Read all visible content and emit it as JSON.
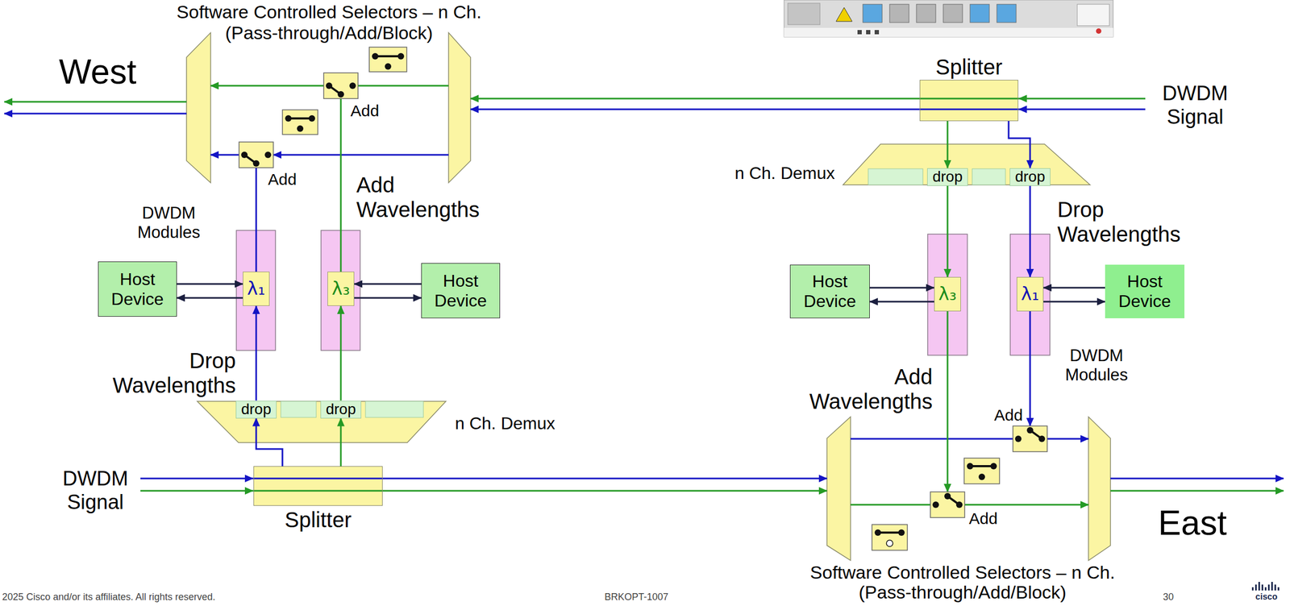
{
  "diagram": {
    "nodes": [
      {
        "text": [
          "Splitter"
        ]
      },
      {
        "text": [
          "drop"
        ]
      },
      {
        "text": [
          "drop"
        ]
      },
      {
        "text": [
          "Host Device"
        ]
      },
      {
        "text": [
          "λ₁"
        ]
      },
      {
        "text": [
          "λ₃"
        ]
      },
      {
        "text": [
          "Host Device"
        ]
      },
      {
        "text": [
          "Host Device"
        ]
      },
      {
        "text": [
          "λ₃"
        ]
      },
      {
        "text": [
          "λ₁"
        ]
      },
      {
        "text": [
          "Host Device"
        ]
      },
      {
        "text": [
          "drop"
        ]
      },
      {
        "text": [
          "drop"
        ]
      },
      {
        "text": [
          "Splitter"
        ]
      }
    ],
    "edges": [
      {
        "from": 0,
        "to": 1,
        "arrow": "to"
      },
      {
        "from": 0,
        "to": 2,
        "arrow": "to"
      },
      {
        "from": 1,
        "to": 8,
        "arrow": "to"
      },
      {
        "from": 2,
        "to": 9,
        "arrow": "to"
      },
      {
        "from": 13,
        "to": 11,
        "arrow": "to"
      },
      {
        "from": 13,
        "to": 12,
        "arrow": "to"
      },
      {
        "from": 11,
        "to": 4,
        "arrow": "to"
      },
      {
        "from": 12,
        "to": 5,
        "arrow": "to"
      },
      {
        "from": 3,
        "to": 4,
        "arrow": "to"
      },
      {
        "from": 4,
        "to": 3,
        "arrow": "to"
      },
      {
        "from": 6,
        "to": 5,
        "arrow": "to"
      },
      {
        "from": 5,
        "to": 6,
        "arrow": "to"
      },
      {
        "from": 7,
        "to": 8,
        "arrow": "to"
      },
      {
        "from": 8,
        "to": 7,
        "arrow": "to"
      },
      {
        "from": 10,
        "to": 9,
        "arrow": "to"
      },
      {
        "from": 9,
        "to": 10,
        "arrow": "to"
      }
    ],
    "labels": [
      "Software Controlled Selectors – n Ch. (Pass-through/Add/Block)",
      "West",
      "Add",
      "Add",
      "Add Wavelengths",
      "DWDM Modules",
      "Drop Wavelengths",
      "n Ch. Demux",
      "DWDM Signal",
      "n Ch. Demux",
      "DWDM Signal",
      "Drop Wavelengths",
      "DWDM Modules",
      "Add Wavelengths",
      "Add",
      "Add",
      "East",
      "Software Controlled Selectors – n Ch. (Pass-through/Add/Block)",
      "2025 Cisco and/or its affiliates. All rights reserved.",
      "BRKOPT-1007",
      "30",
      "cisco"
    ]
  }
}
